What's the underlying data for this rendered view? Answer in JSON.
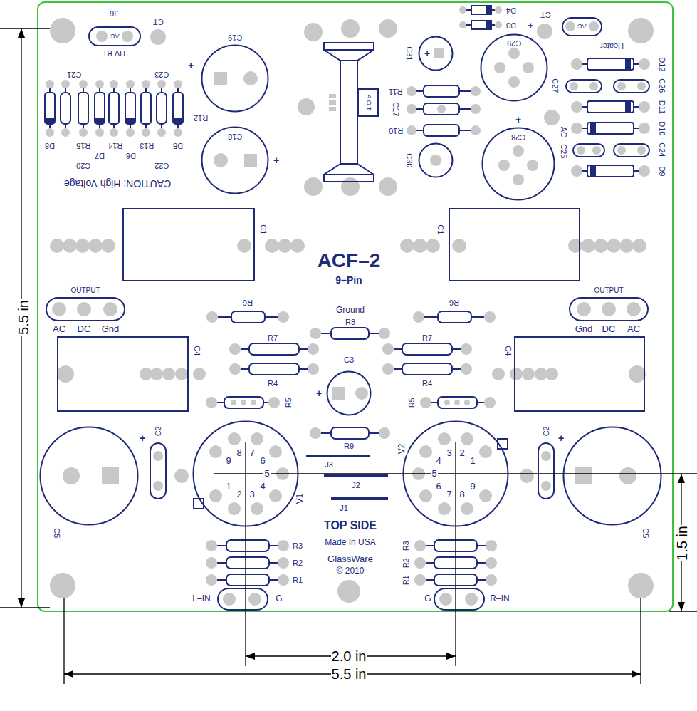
{
  "diagram": {
    "nodes": [
      {
        "text": [
          "C19"
        ]
      },
      {
        "text": [
          "C29"
        ]
      },
      {
        "text": [
          "C31"
        ]
      },
      {
        "text": [
          "C18"
        ]
      },
      {
        "text": [
          "C28"
        ]
      },
      {
        "text": [
          "C30"
        ]
      },
      {
        "text": [
          "C1"
        ]
      },
      {
        "text": [
          "C1"
        ]
      },
      {
        "text": [
          "C4"
        ]
      },
      {
        "text": [
          "C4"
        ]
      },
      {
        "text": [
          "C3"
        ]
      },
      {
        "text": [
          "1",
          "2",
          "3",
          "4",
          "5",
          "6",
          "7",
          "8",
          "9",
          "V1"
        ]
      },
      {
        "text": [
          "1",
          "2",
          "3",
          "4",
          "5",
          "6",
          "7",
          "8",
          "9",
          "V2"
        ]
      },
      {
        "text": [
          "C5"
        ]
      },
      {
        "text": [
          "C5"
        ]
      }
    ],
    "labels": [
      "J6",
      "CT",
      "AC",
      "HV B+",
      "D4",
      "D3",
      "CT",
      "AC",
      "Heater",
      "C21",
      "C23",
      "R11",
      "D12",
      "C26",
      "C27",
      "A O T",
      "C17",
      "D11",
      "R12",
      "AC",
      "D10",
      "R10",
      "C24",
      "C25",
      "D9",
      "D8",
      "R15",
      "D7",
      "R14",
      "D6",
      "R13",
      "D5",
      "C20",
      "C22",
      "CAUTION: High Voltage",
      "ACF–2",
      "9–Pin",
      "OUTPUT",
      "OUTPUT",
      "R6",
      "R6",
      "Ground",
      "R8",
      "AC",
      "DC",
      "Gnd",
      "Gnd",
      "DC",
      "AC",
      "R7",
      "R7",
      "R4",
      "R4",
      "R5",
      "R5",
      "R9",
      "J3",
      "J2",
      "J1",
      "C2",
      "C2",
      "TOP SIDE",
      "Made In USA",
      "R3",
      "R3",
      "R2",
      "R2",
      "GlassWare",
      "R1",
      "R1",
      "© 2010",
      "L–IN",
      "G",
      "G",
      "R–IN",
      "5.5 in",
      "2.0 in",
      "5.5 in",
      "1.5 in",
      "+",
      "+",
      "+",
      "+",
      "+",
      "+",
      "+",
      "+"
    ]
  }
}
